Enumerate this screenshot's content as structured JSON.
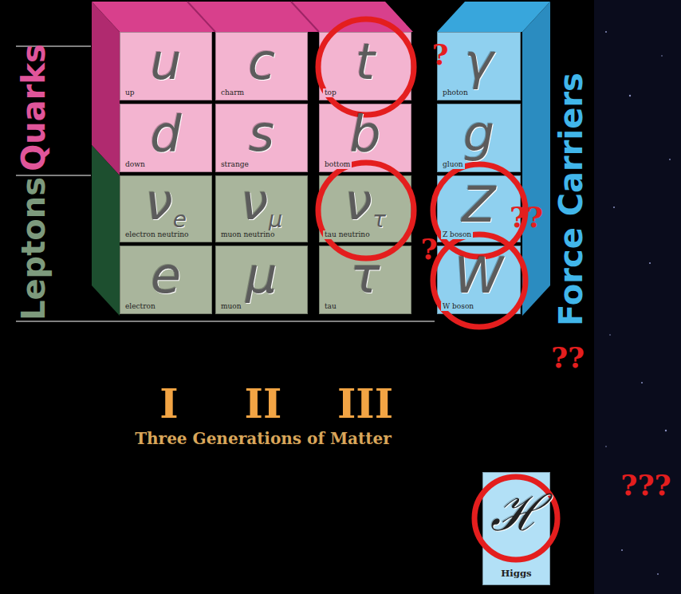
{
  "diagram": {
    "nodes": [
      {
        "text": [
          "u",
          "up"
        ]
      },
      {
        "text": [
          "c",
          "charm"
        ]
      },
      {
        "text": [
          "t",
          "top"
        ]
      },
      {
        "text": [
          "γ",
          "photon"
        ]
      },
      {
        "text": [
          "d",
          "down"
        ]
      },
      {
        "text": [
          "s",
          "strange"
        ]
      },
      {
        "text": [
          "b",
          "bottom"
        ]
      },
      {
        "text": [
          "g",
          "gluon"
        ]
      },
      {
        "text": [
          "ν",
          "e",
          "electron neutrino"
        ]
      },
      {
        "text": [
          "ν",
          "μ",
          "muon neutrino"
        ]
      },
      {
        "text": [
          "ν",
          "τ",
          "tau neutrino"
        ]
      },
      {
        "text": [
          "Z",
          "Z boson"
        ]
      },
      {
        "text": [
          "e",
          "electron"
        ]
      },
      {
        "text": [
          "μ",
          "muon"
        ]
      },
      {
        "text": [
          "τ",
          "tau"
        ]
      },
      {
        "text": [
          "W",
          "W boson"
        ]
      },
      {
        "text": [
          "ℋ",
          "Higgs"
        ]
      }
    ],
    "labels": [
      "Quarks",
      "Leptons",
      "Force Carriers",
      "I",
      "II",
      "III",
      "Three Generations of Matter",
      "?",
      "??",
      "?",
      "??",
      "???"
    ]
  }
}
